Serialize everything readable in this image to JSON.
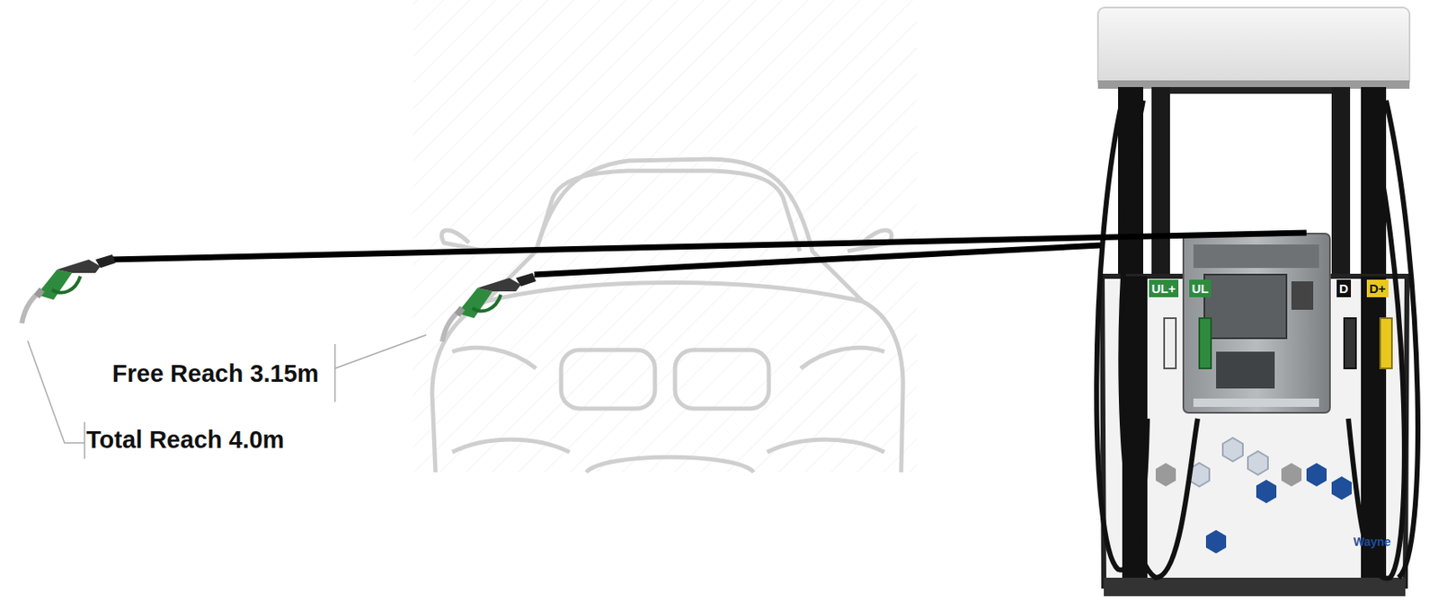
{
  "diagram": {
    "labels": [
      "Free Reach 3.15m",
      "Total Reach 4.0m",
      "UL+",
      "UL",
      "D",
      "D+",
      "Wayne"
    ]
  }
}
